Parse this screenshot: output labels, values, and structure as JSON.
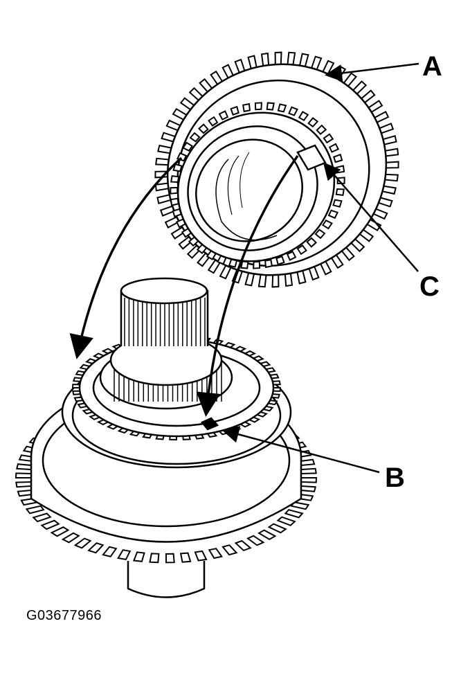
{
  "callouts": {
    "a": "A",
    "b": "B",
    "c": "C"
  },
  "figure_code": "G03677966",
  "colors": {
    "line": "#000000",
    "background": "#ffffff"
  }
}
